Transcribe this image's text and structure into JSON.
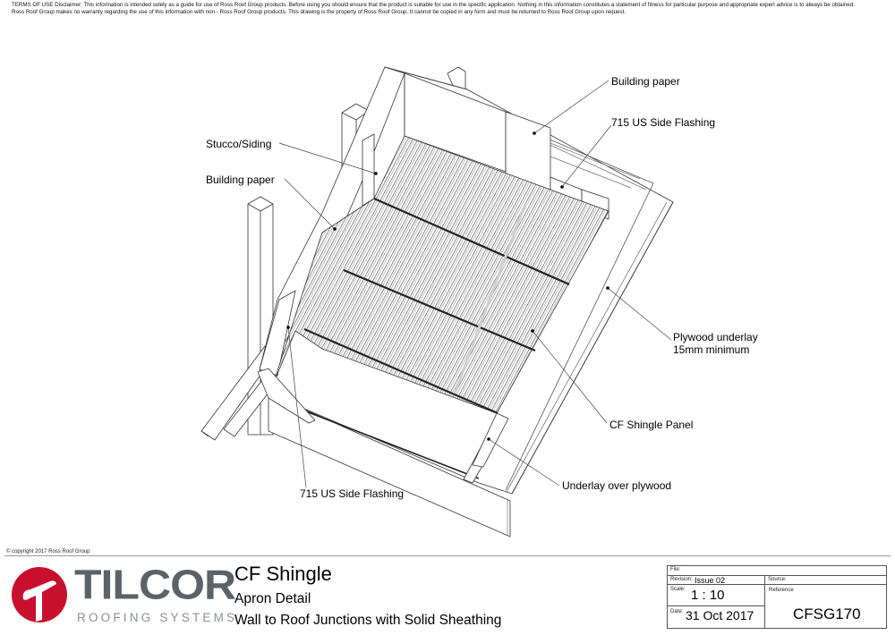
{
  "disclaimer": {
    "line1": "TERMS OF USE Disclaimer: This information is intended solely as a guide for use of Ross Roof Group products. Before using you should ensure that the product is suitable for use in the specific application. Nothing in this information constitutes a statement of fitness for particular purpose and appropriate expert advice is to always be obtained.",
    "line2": "Ross Roof Group makes no warranty regarding the use of this information with non - Ross Roof Group products. This drawing is the property of Ross Roof Group. It cannot be copied in any form and must be returned to Ross Roof Group upon request."
  },
  "drawing": {
    "labels": {
      "building_paper_top": "Building paper",
      "side_flashing_top": "715 US Side Flashing",
      "stucco_siding": "Stucco/Siding",
      "building_paper_left": "Building paper",
      "plywood_underlay_line1": "Plywood underlay",
      "plywood_underlay_line2": "15mm minimum",
      "cf_shingle_panel": "CF Shingle Panel",
      "underlay_over_plywood": "Underlay over plywood",
      "side_flashing_bottom": "715 US Side Flashing"
    }
  },
  "footer": {
    "copyright": "© copyright 2017 Ross Roof Group",
    "brand": {
      "name": "TILCOR",
      "tagline": "ROOFING SYSTEMS",
      "logo_color": "#c8102e",
      "text_color": "#5c6368"
    },
    "title": {
      "main": "CF Shingle",
      "sub1": "Apron Detail",
      "sub2": "Wall to Roof Junctions with Solid Sheathing"
    },
    "title_block": {
      "file_caption": "File:",
      "file_value": "",
      "revision_caption": "Revision:",
      "revision_value": "Issue 02",
      "source_caption": "Source:",
      "source_value": "",
      "scale_caption": "Scale:",
      "scale_value": "1 : 10",
      "reference_caption": "Reference",
      "reference_value": "CFSG170",
      "date_caption": "Date:",
      "date_value": "31 Oct 2017"
    }
  }
}
